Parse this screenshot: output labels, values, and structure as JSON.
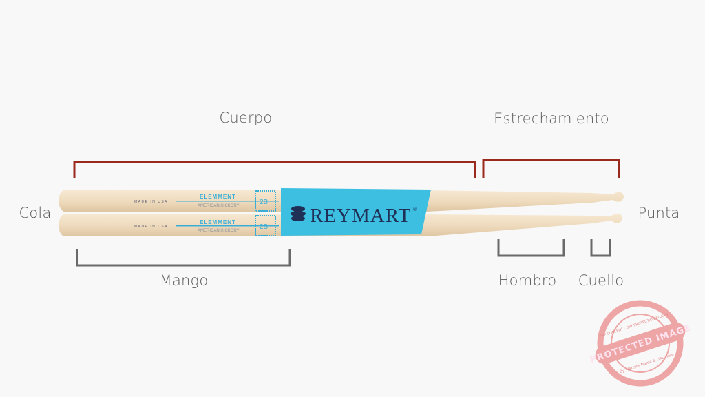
{
  "labels": {
    "body": "Cuerpo",
    "taper": "Estrechamiento",
    "butt": "Cola",
    "tip": "Punta",
    "grip": "Mango",
    "shoulder": "Hombro",
    "neck": "Cuello"
  },
  "product": {
    "brand": "REYMART",
    "registered": "®",
    "stick_brand": "ELEMMENT",
    "wood": "AMERICAN HICKORY",
    "size": "2B",
    "origin": "MADE IN USA"
  },
  "watermark": {
    "main": "PROTECTED IMAGE",
    "top": "WP CONTENT COPY PROTECTION PLUGIN",
    "bottom": "By Website Name & URL Here"
  },
  "colors": {
    "body_bracket": "#9b2a1e",
    "part_bracket": "#6a6a6a",
    "label_band": "#3dbfe2",
    "wood": "#efdcc0",
    "stamp": "#e87c7c"
  }
}
